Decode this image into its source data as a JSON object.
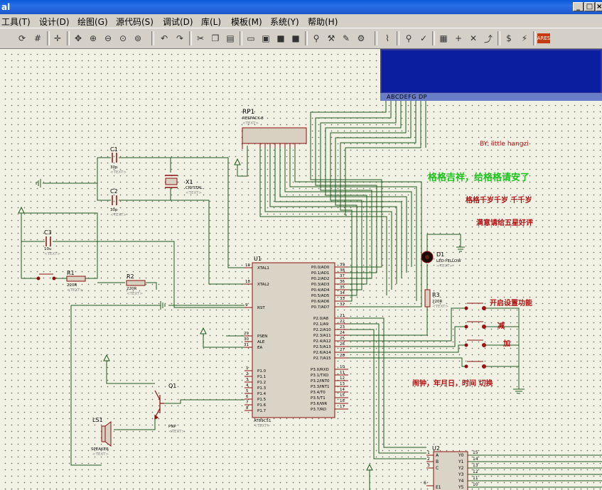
{
  "window": {
    "title": "al",
    "controls": [
      "_",
      "□",
      "×"
    ]
  },
  "menu": [
    "工具(T)",
    "设计(D)",
    "绘图(G)",
    "源代码(S)",
    "调试(D)",
    "库(L)",
    "模板(M)",
    "系统(Y)",
    "帮助(H)"
  ],
  "lcd": {
    "pin_labels": "ABCDEFG  DP"
  },
  "schematic": {
    "rp1": {
      "ref": "RP1",
      "value": "RESPACK-8",
      "text": "<TEXT>"
    },
    "c1": {
      "ref": "C1",
      "value": "30p",
      "text": "<TEXT>"
    },
    "c2": {
      "ref": "C2",
      "value": "30p",
      "text": "<TEXT>"
    },
    "c3": {
      "ref": "C3",
      "value": "10u",
      "text": "<TEXT>"
    },
    "x1": {
      "ref": "X1",
      "value": "CRYSTAL",
      "text": "<TEXT>"
    },
    "r1": {
      "ref": "R1",
      "value": "220R",
      "text": "<TEXT>"
    },
    "r2": {
      "ref": "R2",
      "value": "220R",
      "text": "<TEXT>"
    },
    "r3": {
      "ref": "R3",
      "value": "220R",
      "text": "<TEXT>"
    },
    "d1": {
      "ref": "D1",
      "value": "LED-YELLOW",
      "text": "<TEXT>"
    },
    "q1": {
      "ref": "Q1",
      "value": "PNP",
      "text": "<TEXT>"
    },
    "ls1": {
      "ref": "LS1",
      "value": "SPEAKER",
      "text": "<TEXT>"
    },
    "u1": {
      "ref": "U1",
      "value": "AT89C51",
      "text": "<TEXT>",
      "left_pins": [
        {
          "num": "19",
          "name": "XTAL1"
        },
        {
          "num": "18",
          "name": "XTAL2"
        },
        {
          "num": "9",
          "name": "RST"
        },
        {
          "num": "29",
          "name": "PSEN"
        },
        {
          "num": "30",
          "name": "ALE"
        },
        {
          "num": "31",
          "name": "EA"
        },
        {
          "num": "1",
          "name": "P1.0"
        },
        {
          "num": "2",
          "name": "P1.1"
        },
        {
          "num": "3",
          "name": "P1.2"
        },
        {
          "num": "4",
          "name": "P1.3"
        },
        {
          "num": "5",
          "name": "P1.4"
        },
        {
          "num": "6",
          "name": "P1.5"
        },
        {
          "num": "7",
          "name": "P1.6"
        },
        {
          "num": "8",
          "name": "P1.7"
        }
      ],
      "right_pins": [
        {
          "num": "39",
          "name": "P0.0/AD0"
        },
        {
          "num": "38",
          "name": "P0.1/AD1"
        },
        {
          "num": "37",
          "name": "P0.2/AD2"
        },
        {
          "num": "36",
          "name": "P0.3/AD3"
        },
        {
          "num": "35",
          "name": "P0.4/AD4"
        },
        {
          "num": "34",
          "name": "P0.5/AD5"
        },
        {
          "num": "33",
          "name": "P0.6/AD6"
        },
        {
          "num": "32",
          "name": "P0.7/AD7"
        },
        {
          "num": "21",
          "name": "P2.0/A8"
        },
        {
          "num": "22",
          "name": "P2.1/A9"
        },
        {
          "num": "23",
          "name": "P2.2/A10"
        },
        {
          "num": "24",
          "name": "P2.3/A11"
        },
        {
          "num": "25",
          "name": "P2.4/A12"
        },
        {
          "num": "26",
          "name": "P2.5/A13"
        },
        {
          "num": "27",
          "name": "P2.6/A14"
        },
        {
          "num": "28",
          "name": "P2.7/A15"
        },
        {
          "num": "10",
          "name": "P3.0/RXD"
        },
        {
          "num": "11",
          "name": "P3.1/TXD"
        },
        {
          "num": "12",
          "name": "P3.2/INT0"
        },
        {
          "num": "13",
          "name": "P3.3/INT1"
        },
        {
          "num": "14",
          "name": "P3.4/T0"
        },
        {
          "num": "15",
          "name": "P3.5/T1"
        },
        {
          "num": "16",
          "name": "P3.6/WR"
        },
        {
          "num": "17",
          "name": "P3.7/RD"
        }
      ]
    },
    "u2": {
      "ref": "U2",
      "left_pins": [
        {
          "num": "1",
          "name": "A"
        },
        {
          "num": "2",
          "name": "B"
        },
        {
          "num": "3",
          "name": "C"
        },
        {
          "num": "6",
          "name": "E1"
        }
      ],
      "right_pins": [
        {
          "num": "15",
          "name": "Y0"
        },
        {
          "num": "14",
          "name": "Y1"
        },
        {
          "num": "13",
          "name": "Y2"
        },
        {
          "num": "12",
          "name": "Y3"
        },
        {
          "num": "11",
          "name": "Y4"
        },
        {
          "num": "10",
          "name": "Y5"
        }
      ]
    }
  },
  "annotations": {
    "by_line": "BY: little hangzi",
    "green_note": "格格吉祥，给格格请安了",
    "red_note_1": "格格千岁千岁 千千岁",
    "red_note_2": "满意请给五星好评",
    "switch_labels": [
      "开启设置功能",
      "减",
      "加"
    ],
    "mode_note": "闹钟，年月日，时间 切换"
  },
  "colors": {
    "wire": "#1f5a1f",
    "component": "#8b1010",
    "lcd": "#0c1ea0",
    "green_text": "#19c419",
    "red_text": "#b01010"
  }
}
